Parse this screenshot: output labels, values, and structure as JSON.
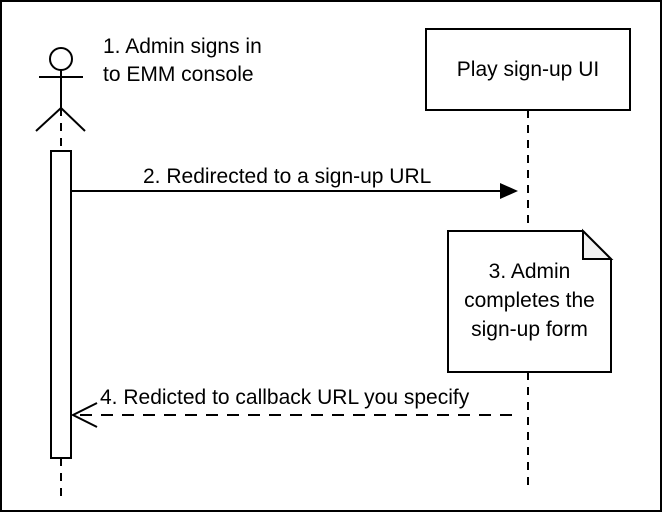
{
  "diagram": {
    "kind": "sequence-diagram",
    "colors": {
      "stroke": "#000000",
      "background": "#ffffff",
      "note_fold_fill": "#f2f2f2"
    },
    "actor": {
      "annotation": {
        "line1": "1. Admin signs in",
        "line2": "to EMM console"
      }
    },
    "participant": {
      "label": "Play sign-up UI"
    },
    "messages": {
      "signup_redirect": {
        "label": "2. Redirected to a sign-up URL",
        "line_style": "solid",
        "arrowhead": "filled",
        "direction": "left-to-right"
      },
      "callback_redirect": {
        "label": "4. Redicted to callback URL you specify",
        "line_style": "dashed",
        "arrowhead": "open",
        "direction": "right-to-left"
      }
    },
    "note": {
      "line1": "3. Admin",
      "line2": "completes the",
      "line3": "sign-up form"
    }
  }
}
